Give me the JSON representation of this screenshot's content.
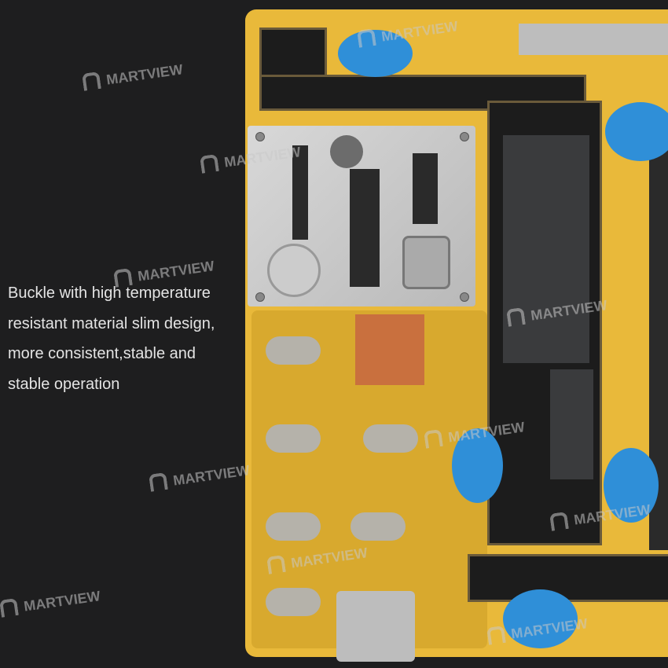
{
  "caption": {
    "lines": [
      "Buckle with high temperature",
      "resistant material slim design,",
      "more consistent,stable and",
      "stable operation"
    ]
  },
  "watermark": {
    "text": "MARTVIEW"
  },
  "colors": {
    "background": "#1e1e1f",
    "fixture": "#e9b93a",
    "clip": "#2f8fd8",
    "text": "#e4e4e4"
  }
}
